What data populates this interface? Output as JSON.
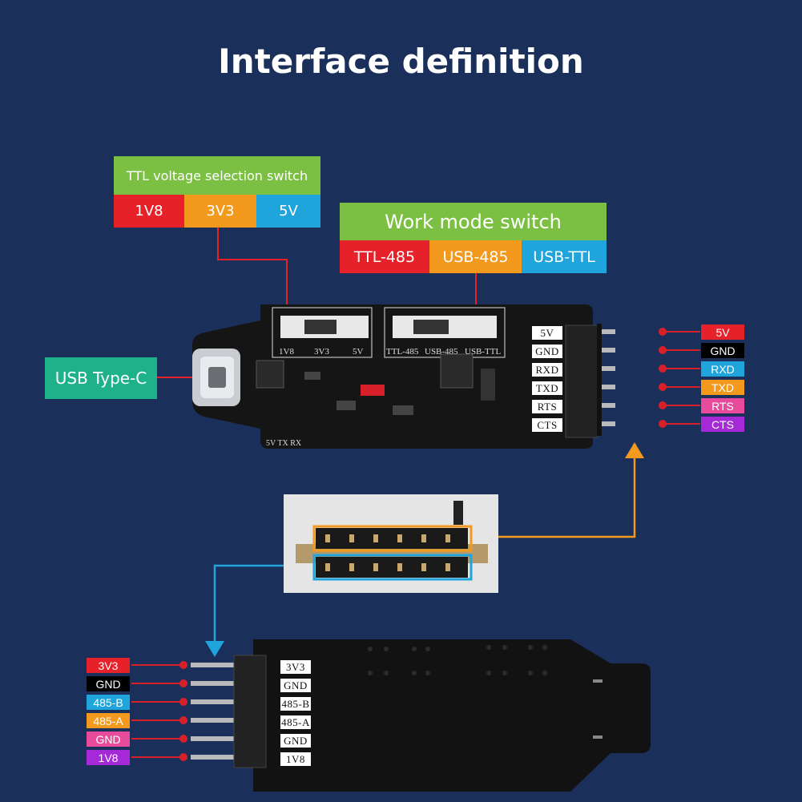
{
  "title": "Interface definition",
  "ttl_switch": {
    "heading": "TTL voltage selection switch",
    "options": [
      "1V8",
      "3V3",
      "5V"
    ]
  },
  "mode_switch": {
    "heading": "Work mode switch",
    "options": [
      "TTL-485",
      "USB-485",
      "USB-TTL"
    ]
  },
  "usb_label": "USB Type-C",
  "board_top": {
    "voltage_silk": [
      "1V8",
      "3V3",
      "5V"
    ],
    "mode_silk": [
      "TTL-485",
      "USB-485",
      "USB-TTL"
    ],
    "pins": [
      "5V",
      "GND",
      "RXD",
      "TXD",
      "RTS",
      "CTS"
    ],
    "led_silk": "5V TX RX"
  },
  "top_pin_labels": [
    "5V",
    "GND",
    "RXD",
    "TXD",
    "RTS",
    "CTS"
  ],
  "bottom_pin_labels": [
    "3V3",
    "GND",
    "485-B",
    "485-A",
    "GND",
    "1V8"
  ],
  "board_bottom": {
    "pins": [
      "3V3",
      "GND",
      "485-B",
      "485-A",
      "GND",
      "1V8"
    ]
  },
  "colors": {
    "background": "#1a2f5a",
    "red": "#e62129",
    "orange": "#f39a1e",
    "blue": "#1fa5dc",
    "green": "#7bc043",
    "teal": "#1fb28a",
    "pink": "#e84b9b",
    "purple": "#a629d8"
  }
}
